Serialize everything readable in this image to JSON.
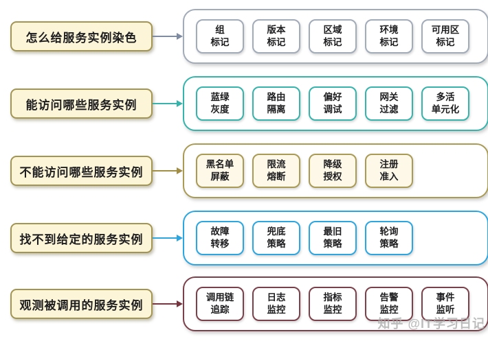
{
  "styles": {
    "label_fill": "#fcf5d8",
    "label_border": "#a29452",
    "label_text_color": "#1d1d1f",
    "box_fill_default": "#ffffff",
    "watermark_color": "#a8a8a8"
  },
  "watermark": {
    "text": "知乎 @IT学习日记"
  },
  "rows": [
    {
      "label": "怎么给服务实例染色",
      "accent": "#a2abb8",
      "arrow_color": "#7e8ba1",
      "box_fill": "#ffffff",
      "items": [
        "组\n标记",
        "版本\n标记",
        "区域\n标记",
        "环境\n标记",
        "可用区\n标记"
      ]
    },
    {
      "label": "能访问哪些服务实例",
      "accent": "#36b3ab",
      "arrow_color": "#36b3ab",
      "box_fill": "#ffffff",
      "items": [
        "蓝绿\n灰度",
        "路由\n隔离",
        "偏好\n调试",
        "网关\n过滤",
        "多活\n单元化"
      ]
    },
    {
      "label": "不能访问哪些服务实例",
      "accent": "#a99a55",
      "arrow_color": "#a28d45",
      "box_fill": "#fdf8e8",
      "items": [
        "黑名单\n屏蔽",
        "限流\n熔断",
        "降级\n授权",
        "注册\n准入"
      ]
    },
    {
      "label": "找不到给定的服务实例",
      "accent": "#2ca6e0",
      "arrow_color": "#2ca6e0",
      "box_fill": "#ffffff",
      "items": [
        "故障\n转移",
        "兜底\n策略",
        "最旧\n策略",
        "轮询\n策略"
      ]
    },
    {
      "label": "观测被调用的服务实例",
      "accent": "#7b414b",
      "arrow_color": "#77353f",
      "box_fill": "#ffffff",
      "items": [
        "调用链\n追踪",
        "日志\n监控",
        "指标\n监控",
        "告警\n监控",
        "事件\n监听"
      ]
    }
  ],
  "layout": {
    "row_tops": [
      13,
      111,
      209,
      307,
      403
    ]
  }
}
